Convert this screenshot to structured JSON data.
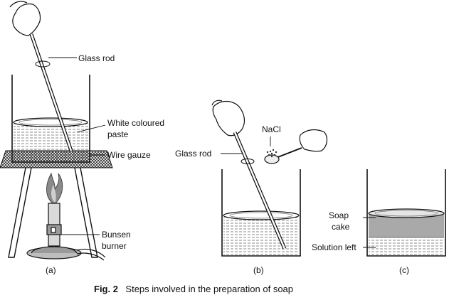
{
  "figure": {
    "panel_a": {
      "glass_rod_label": "Glass rod",
      "paste_label_line1": "White coloured",
      "paste_label_line2": "paste",
      "gauze_label": "Wire gauze",
      "burner_label_line1": "Bunsen",
      "burner_label_line2": "burner",
      "panel_label": "(a)"
    },
    "panel_b": {
      "glass_rod_label": "Glass rod",
      "nacl_label": "NaCl",
      "panel_label": "(b)"
    },
    "panel_c": {
      "soap_label_line1": "Soap",
      "soap_label_line2": "cake",
      "solution_label": "Solution left",
      "panel_label": "(c)"
    },
    "caption_prefix": "Fig. 2",
    "caption_text": "Steps involved in the preparation of soap"
  },
  "colors": {
    "ink": "#111111",
    "soap_cake": "#a9a9a9",
    "flame": "#777777"
  }
}
